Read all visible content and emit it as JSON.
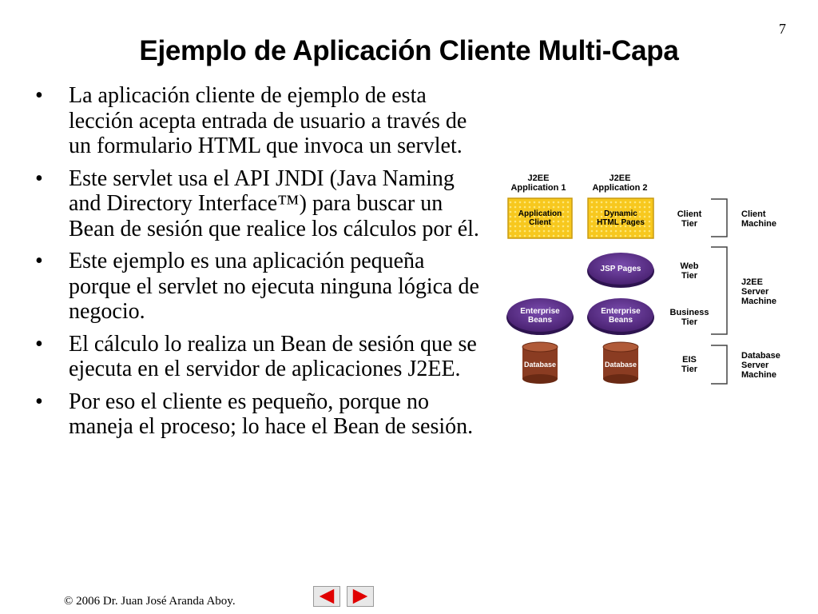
{
  "slide": {
    "page_number": "7",
    "title": "Ejemplo de Aplicación Cliente Multi-Capa",
    "bullet_symbol": "•",
    "bullets": [
      "La aplicación cliente de ejemplo de esta lección acepta entrada de usuario a través de un formulario HTML que invoca un servlet.",
      "Este servlet usa el API JNDI (Java Naming and Directory Interface™) para buscar un Bean de sesión que realice los cálculos por él.",
      "Este ejemplo es una aplicación pequeña porque el servlet no ejecuta ninguna lógica de negocio.",
      "El cálculo lo realiza un Bean de sesión que se ejecuta en el servidor de aplicaciones J2EE.",
      "Por eso el cliente es pequeño, porque no maneja el proceso; lo hace el Bean de sesión."
    ],
    "footer": {
      "copyright_symbol": "©",
      "text": " 2006 Dr. Juan José Aranda Aboy."
    }
  },
  "diagram": {
    "colors": {
      "box_fill": "#f7c81e",
      "box_border": "#c89a10",
      "oval_fill": "#5a2d86",
      "oval_dark": "#2e1450",
      "db_fill": "#8a3c22",
      "db_top": "#b05a38",
      "bracket": "#444444"
    },
    "app1": {
      "line1": "J2EE",
      "line2": "Application 1"
    },
    "app2": {
      "line1": "J2EE",
      "line2": "Application 2"
    },
    "nodes": {
      "app_client": {
        "line1": "Application",
        "line2": "Client"
      },
      "html_pages": {
        "line1": "Dynamic",
        "line2": "HTML Pages"
      },
      "jsp_pages": {
        "line1": "JSP Pages"
      },
      "ejb1": {
        "line1": "Enterprise",
        "line2": "Beans"
      },
      "ejb2": {
        "line1": "Enterprise",
        "line2": "Beans"
      },
      "db1": {
        "line1": "Database"
      },
      "db2": {
        "line1": "Database"
      }
    },
    "tiers": {
      "client": {
        "line1": "Client",
        "line2": "Tier"
      },
      "web": {
        "line1": "Web",
        "line2": "Tier"
      },
      "business": {
        "line1": "Business",
        "line2": "Tier"
      },
      "eis": {
        "line1": "EIS",
        "line2": "Tier"
      }
    },
    "machines": {
      "client": {
        "line1": "Client",
        "line2": "Machine"
      },
      "server": {
        "line1": "J2EE",
        "line2": "Server",
        "line3": "Machine"
      },
      "db": {
        "line1": "Database",
        "line2": "Server",
        "line3": "Machine"
      }
    }
  },
  "nav": {
    "prev_icon": "triangle-left-icon",
    "next_icon": "triangle-right-icon",
    "arrow_color": "#e00000"
  }
}
